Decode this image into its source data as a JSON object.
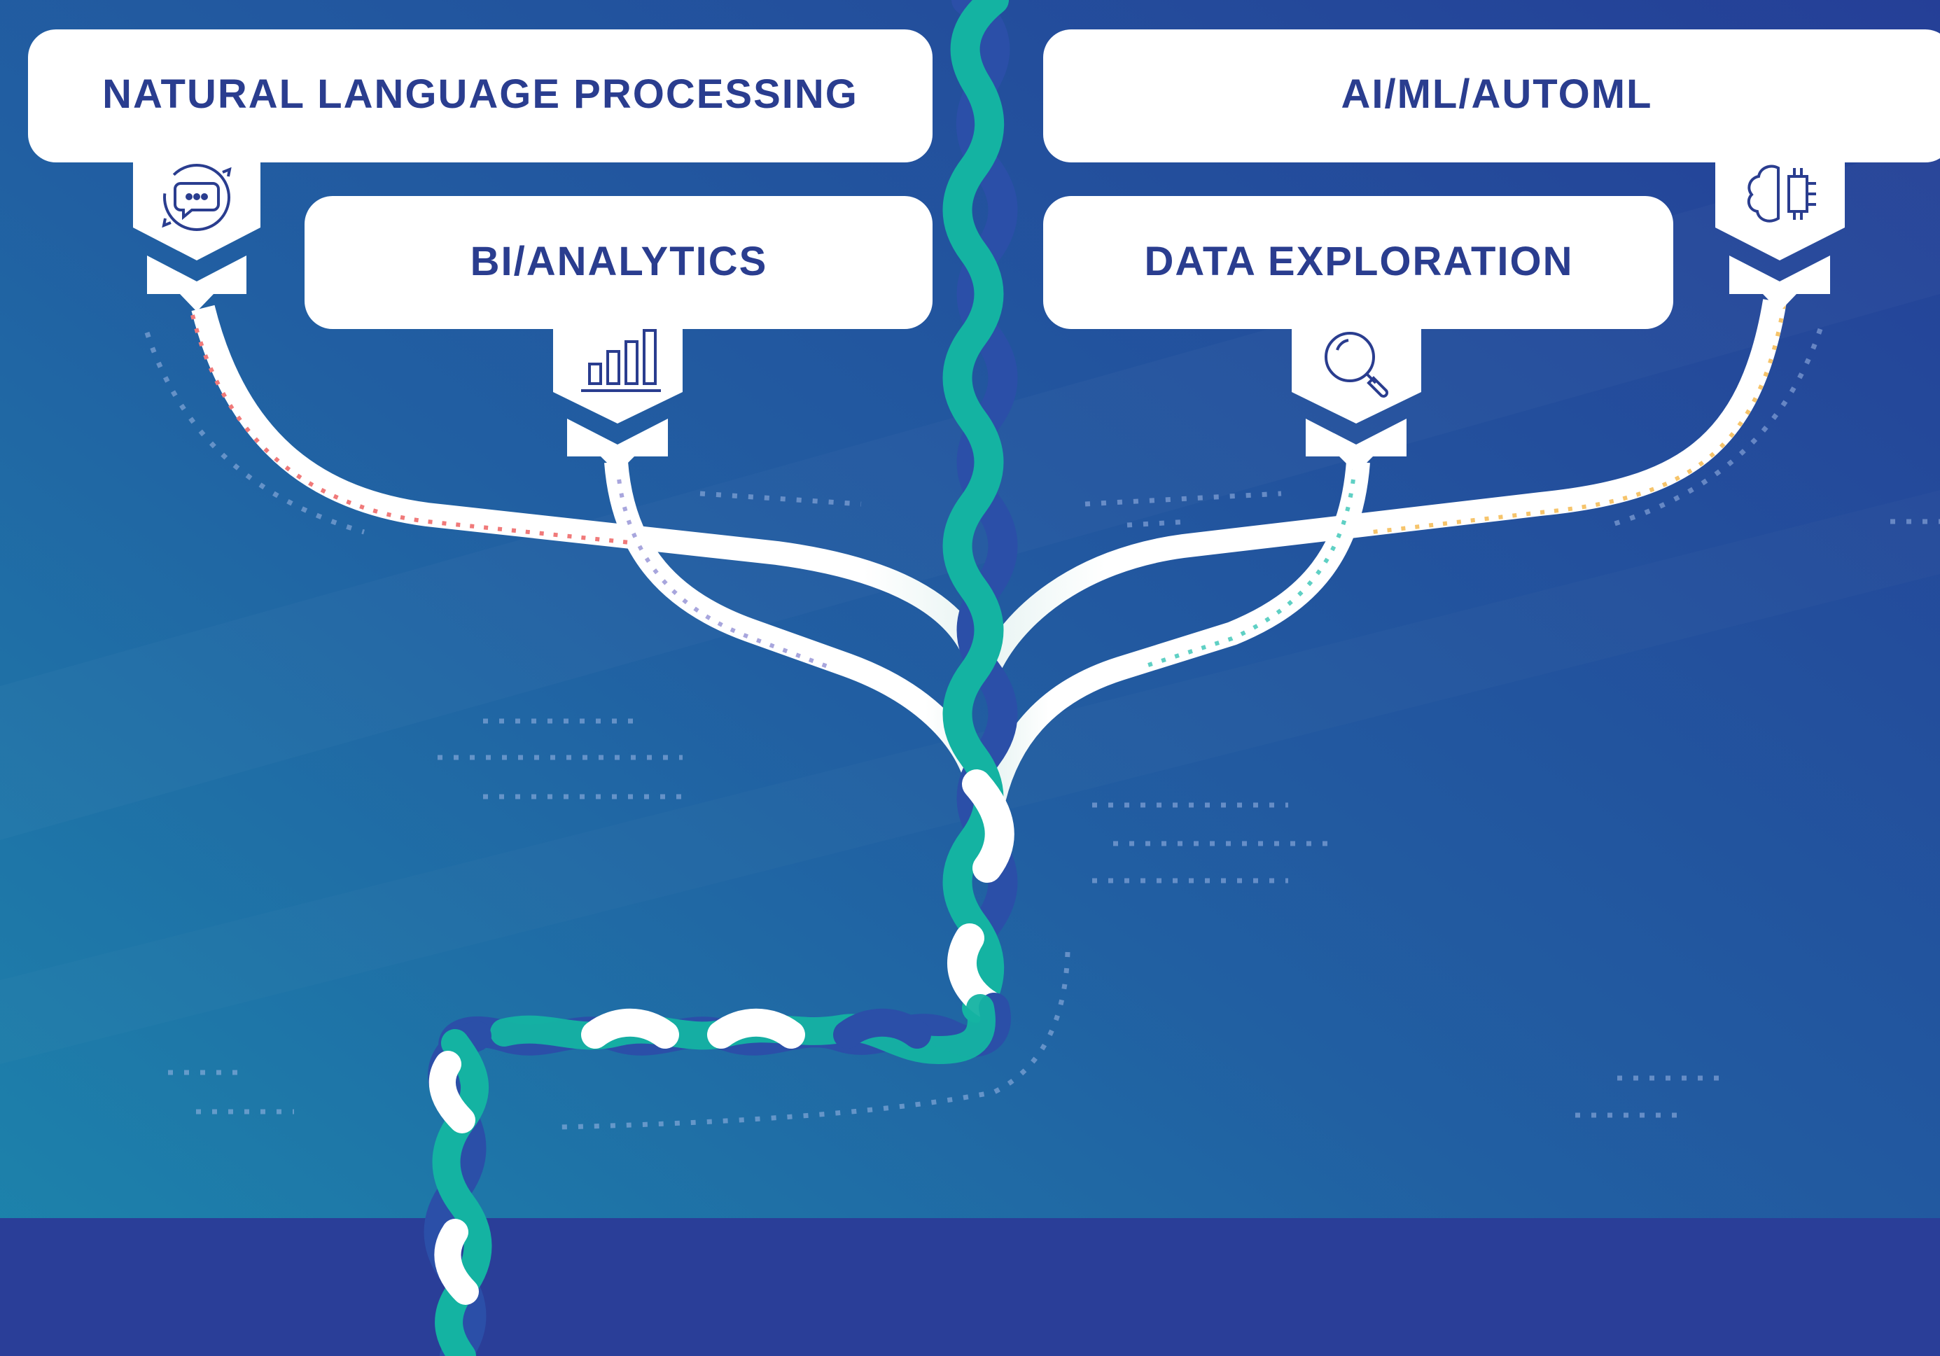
{
  "categories": [
    {
      "id": "nlp",
      "label": "NATURAL LANGUAGE PROCESSING",
      "icon": "chat-cycle-icon"
    },
    {
      "id": "aiml",
      "label": "AI/ML/AUTOML",
      "icon": "brain-chip-icon"
    },
    {
      "id": "bi",
      "label": "BI/ANALYTICS",
      "icon": "bar-chart-icon"
    },
    {
      "id": "explore",
      "label": "DATA EXPLORATION",
      "icon": "magnifier-icon"
    }
  ],
  "colors": {
    "background_top": "#2547a0",
    "background_bottom_left": "#1d7aa8",
    "footer_band": "#2a3e98",
    "label_text": "#2a3d8f",
    "box_fill": "#ffffff",
    "braid_teal": "#14b3a2",
    "braid_blue": "#2b4fa8",
    "braid_white": "#ffffff",
    "dot_red": "#f07a7a",
    "dot_lavender": "#a8a6dd",
    "dot_teal": "#5fd0c4",
    "dot_gold": "#f6c46b"
  }
}
